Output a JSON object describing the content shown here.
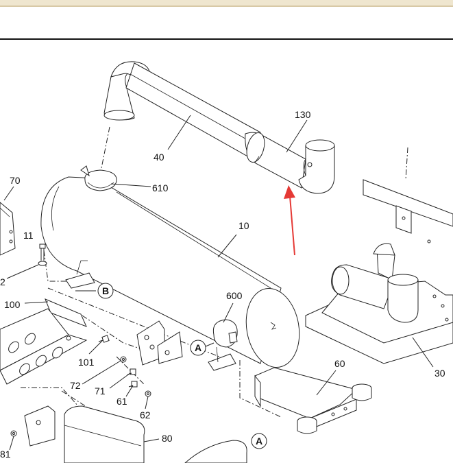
{
  "diagram": {
    "part_labels": {
      "p130": "130",
      "p40": "40",
      "p610": "610",
      "p70": "70",
      "p10": "10",
      "p11": "11",
      "p2": "2",
      "p100": "100",
      "p600": "600",
      "p101": "101",
      "p72": "72",
      "p71": "71",
      "p61": "61",
      "p62": "62",
      "p60": "60",
      "p30": "30",
      "p80": "80",
      "p81": "81"
    },
    "callouts": {
      "B": "B",
      "A1": "A",
      "A2": "A"
    },
    "highlight_color": "#e53935"
  }
}
